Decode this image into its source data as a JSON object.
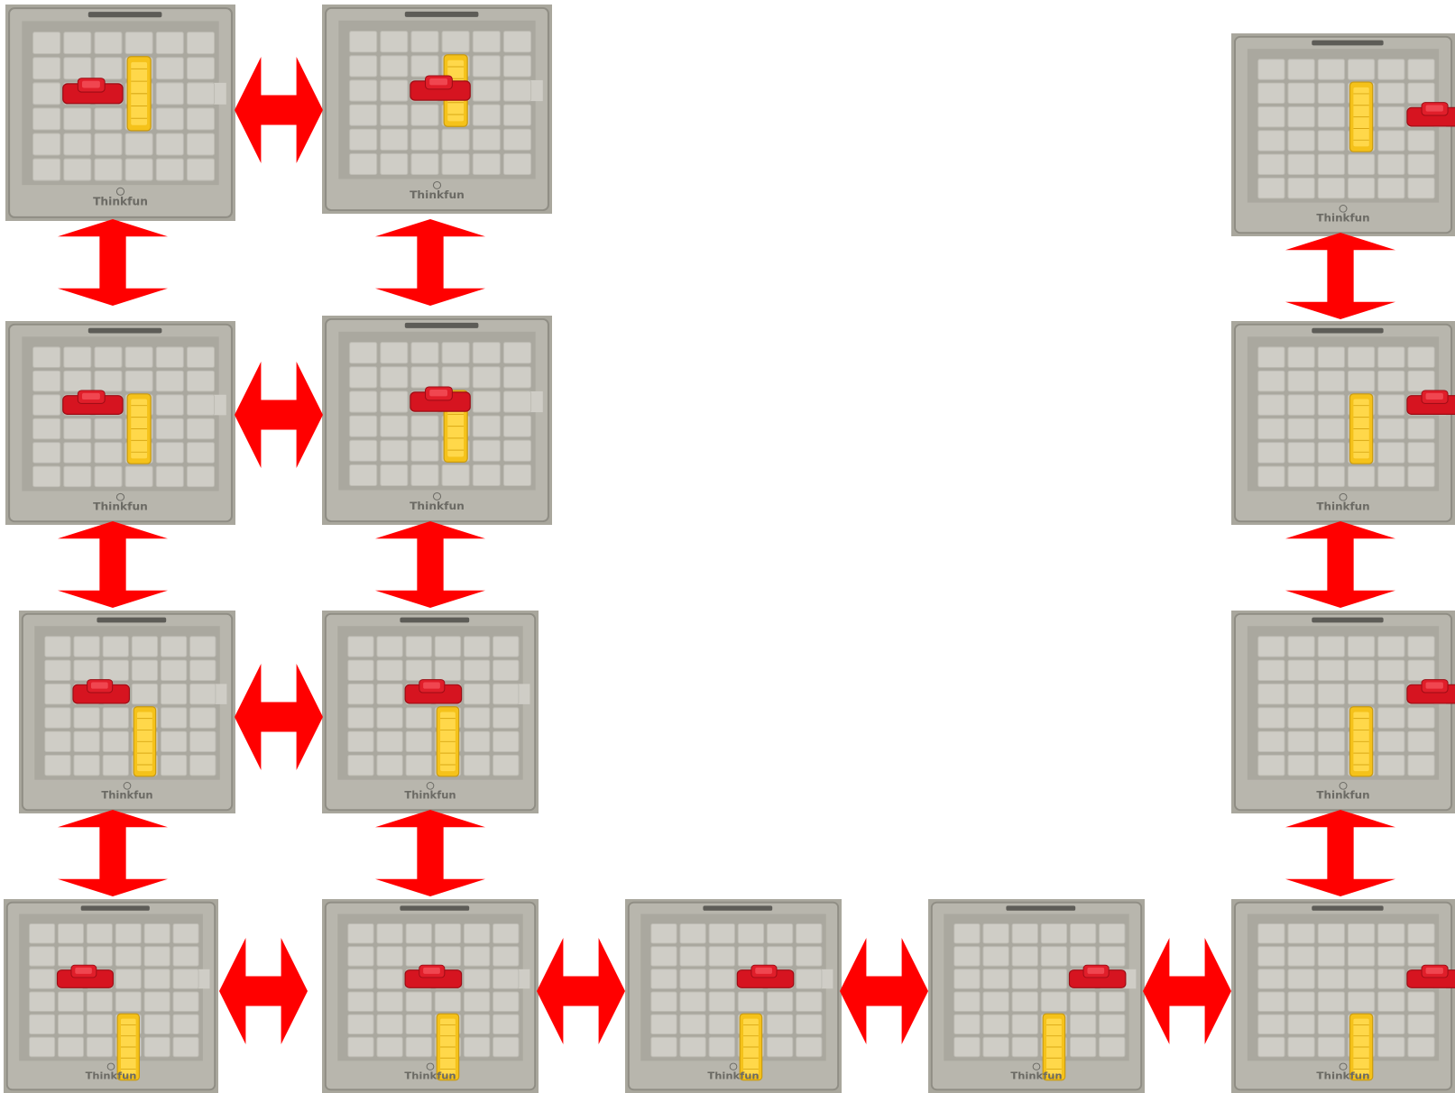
{
  "diagram": {
    "brand_text": "Thinkfun",
    "colors": {
      "background": "#ffffff",
      "arrow": "#ff0000",
      "tray": "#b8b6ad",
      "grid": "#cfcdc6",
      "red_car": "#d61420",
      "yellow_truck": "#f5c21a"
    },
    "board_states": [
      {
        "id": "s1",
        "red_car": {
          "col": 1,
          "row": 2
        },
        "yellow_truck": {
          "col": 3,
          "row": 1
        }
      },
      {
        "id": "s2",
        "red_car": {
          "col": 2,
          "row": 2
        },
        "yellow_truck": {
          "col": 3,
          "row": 1
        }
      },
      {
        "id": "s3",
        "red_car": {
          "col": 1,
          "row": 2
        },
        "yellow_truck": {
          "col": 3,
          "row": 2
        }
      },
      {
        "id": "s4",
        "red_car": {
          "col": 2,
          "row": 2
        },
        "yellow_truck": {
          "col": 3,
          "row": 2
        }
      },
      {
        "id": "s5",
        "red_car": {
          "col": 1,
          "row": 2
        },
        "yellow_truck": {
          "col": 3,
          "row": 3
        }
      },
      {
        "id": "s6",
        "red_car": {
          "col": 2,
          "row": 2
        },
        "yellow_truck": {
          "col": 3,
          "row": 3
        }
      },
      {
        "id": "s7",
        "red_car": {
          "col": 1,
          "row": 2
        },
        "yellow_truck": {
          "col": 3,
          "row": 4
        }
      },
      {
        "id": "s8",
        "red_car": {
          "col": 2,
          "row": 2
        },
        "yellow_truck": {
          "col": 3,
          "row": 4
        }
      },
      {
        "id": "s9",
        "red_car": {
          "col": 3,
          "row": 2
        },
        "yellow_truck": {
          "col": 3,
          "row": 4
        }
      },
      {
        "id": "s10",
        "red_car": {
          "col": 4,
          "row": 2
        },
        "yellow_truck": {
          "col": 3,
          "row": 4
        }
      },
      {
        "id": "s11",
        "red_car": {
          "col": 5,
          "row": 2
        },
        "yellow_truck": {
          "col": 3,
          "row": 4
        }
      },
      {
        "id": "s12",
        "red_car": {
          "col": 5,
          "row": 2
        },
        "yellow_truck": {
          "col": 3,
          "row": 3
        }
      },
      {
        "id": "s13",
        "red_car": {
          "col": 5,
          "row": 2
        },
        "yellow_truck": {
          "col": 3,
          "row": 2
        }
      },
      {
        "id": "s14",
        "red_car": {
          "col": 5,
          "row": 2
        },
        "yellow_truck": {
          "col": 3,
          "row": 1
        }
      }
    ],
    "transitions": [
      {
        "from": "s1",
        "to": "s2"
      },
      {
        "from": "s1",
        "to": "s3"
      },
      {
        "from": "s2",
        "to": "s4"
      },
      {
        "from": "s3",
        "to": "s4"
      },
      {
        "from": "s3",
        "to": "s5"
      },
      {
        "from": "s4",
        "to": "s6"
      },
      {
        "from": "s5",
        "to": "s6"
      },
      {
        "from": "s5",
        "to": "s7"
      },
      {
        "from": "s6",
        "to": "s8"
      },
      {
        "from": "s7",
        "to": "s8"
      },
      {
        "from": "s8",
        "to": "s9"
      },
      {
        "from": "s9",
        "to": "s10"
      },
      {
        "from": "s10",
        "to": "s11"
      },
      {
        "from": "s11",
        "to": "s12"
      },
      {
        "from": "s12",
        "to": "s13"
      },
      {
        "from": "s13",
        "to": "s14"
      }
    ]
  }
}
